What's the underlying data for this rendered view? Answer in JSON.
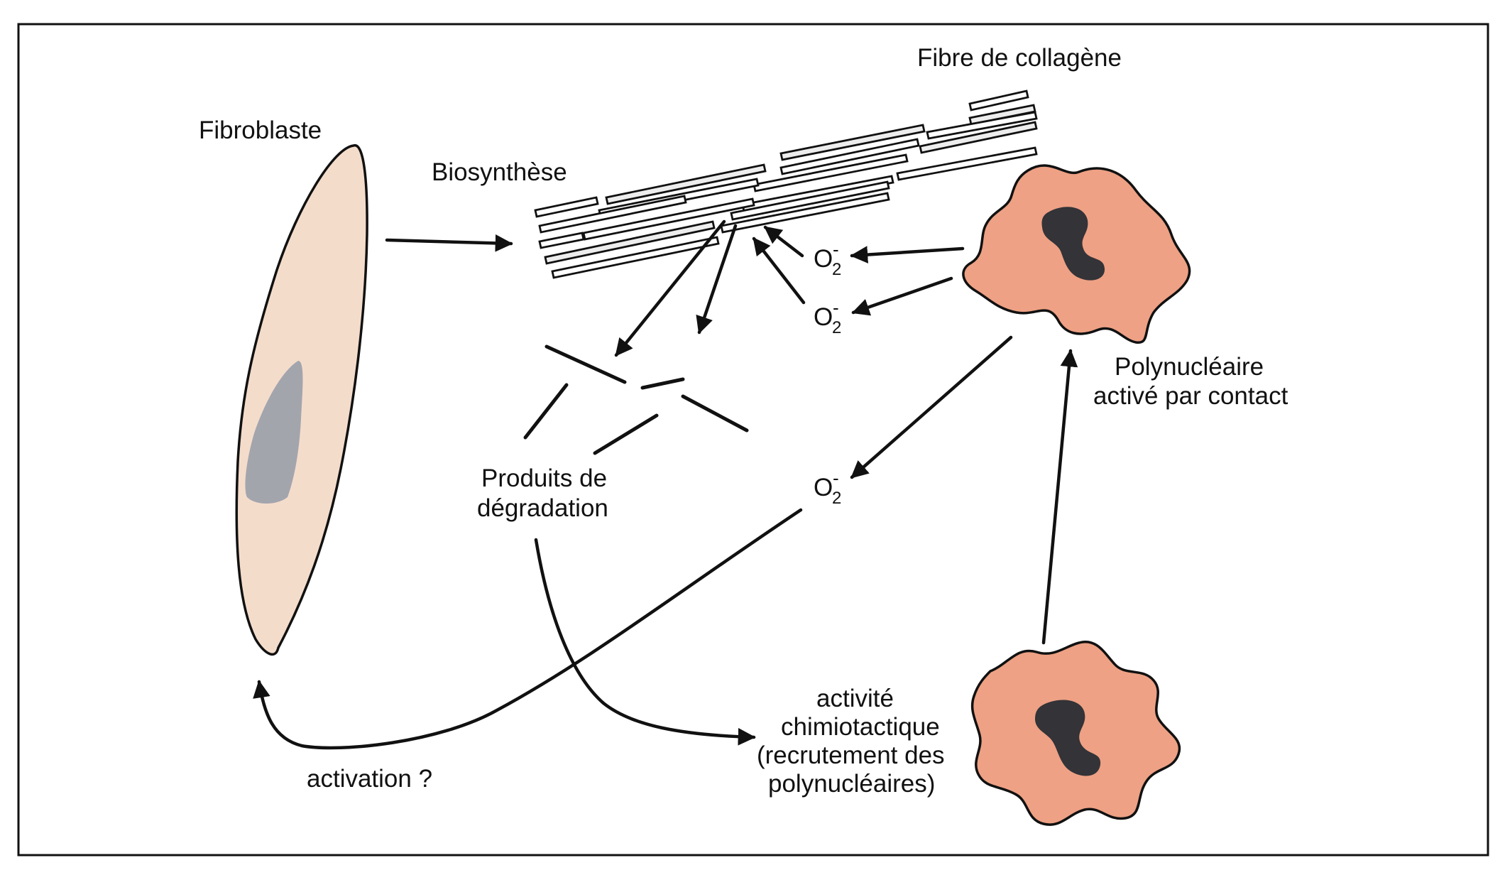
{
  "labels": {
    "fibroblast": "Fibroblaste",
    "collagen_fiber": "Fibre de collagène",
    "biosynthesis": "Biosynthèse",
    "superoxide": "O",
    "superoxide_subscript": "2",
    "superoxide_charge": "-",
    "degradation_line1": "Produits de",
    "degradation_line2": "dégradation",
    "activated_pmn_line1": "Polynucléaire",
    "activated_pmn_line2": "activé par contact",
    "chemotactic_line1": "activité",
    "chemotactic_line2": "chimiotactique",
    "chemotactic_line3": "(recrutement des",
    "chemotactic_line4": "polynucléaires)",
    "activation": "activation ?"
  },
  "colors": {
    "fibroblast_fill": "#f4dccb",
    "fibroblast_nucleus": "#a3a5ad",
    "neutrophil_fill": "#eea184",
    "neutrophil_nucleus": "#333338",
    "line": "#111111"
  }
}
